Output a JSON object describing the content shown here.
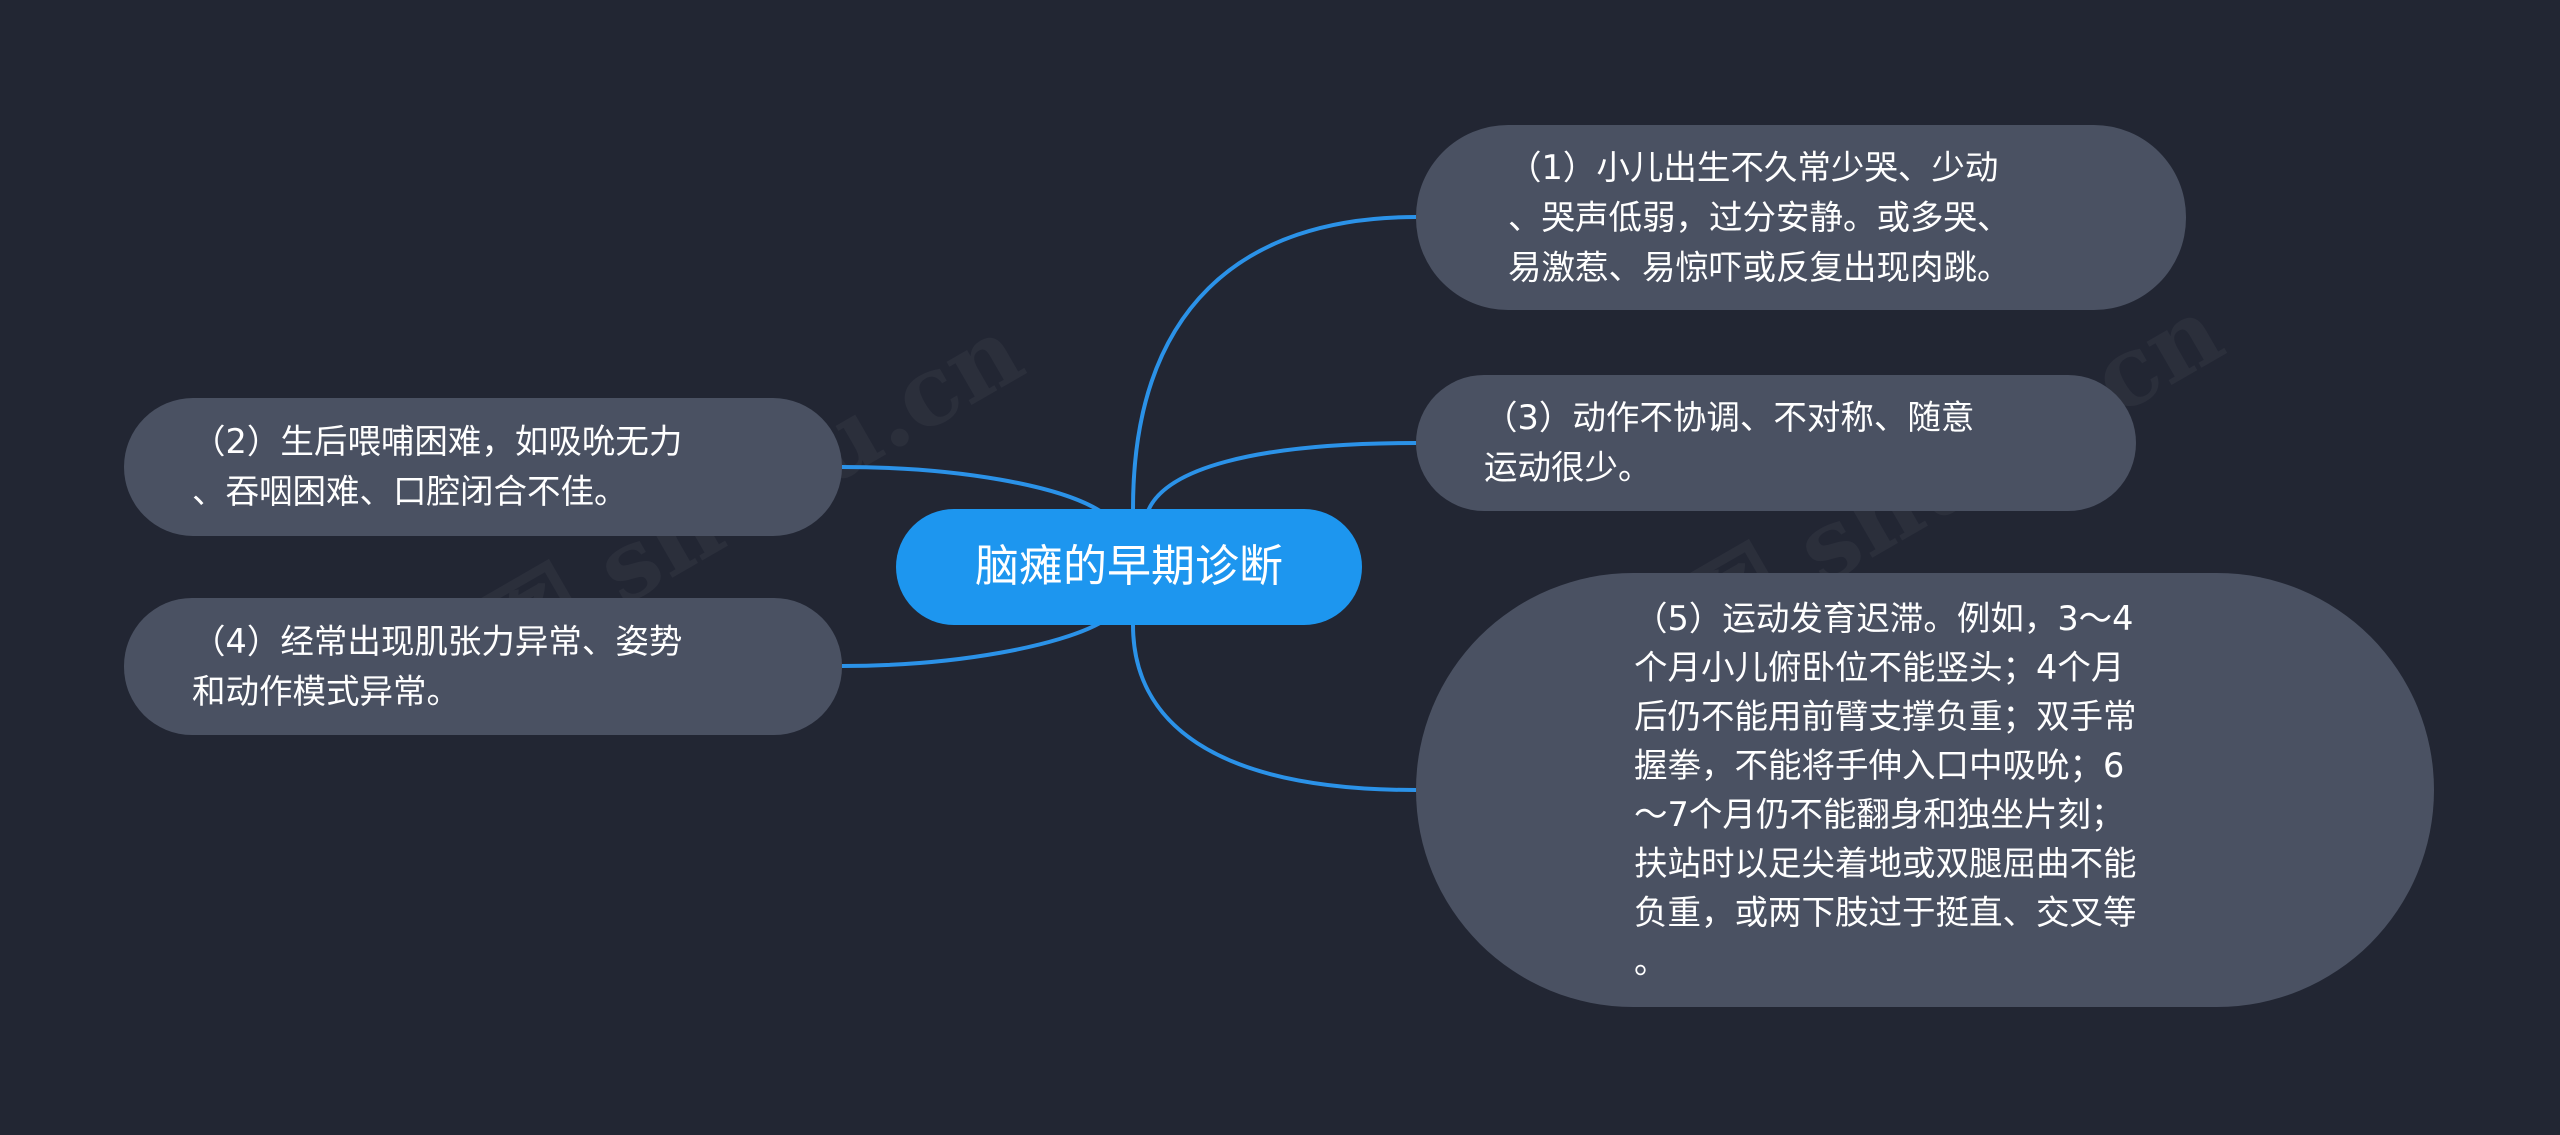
{
  "mindmap": {
    "root": "脑瘫的早期诊断",
    "branches": [
      {
        "id": "n1",
        "text": "（1）小儿出生不久常少哭、少动\n、哭声低弱，过分安静。或多哭、\n易激惹、易惊吓或反复出现肉跳。"
      },
      {
        "id": "n2",
        "text": "（2）生后喂哺困难，如吸吮无力\n、吞咽困难、口腔闭合不佳。"
      },
      {
        "id": "n3",
        "text": "（3）动作不协调、不对称、随意\n运动很少。"
      },
      {
        "id": "n4",
        "text": "（4）经常出现肌张力异常、姿势\n和动作模式异常。"
      },
      {
        "id": "n5",
        "text": "（5）运动发育迟滞。例如，3～4\n个月小儿俯卧位不能竖头；4个月\n后仍不能用前臂支撑负重；双手常\n握拳，不能将手伸入口中吸吮；6\n～7个月仍不能翻身和独坐片刻；\n扶站时以足尖着地或双腿屈曲不能\n负重，或两下肢过于挺直、交叉等\n。"
      }
    ]
  },
  "watermark": {
    "text": "树图 shutu.cn"
  },
  "colors": {
    "background": "#222633",
    "root_fill": "#1d96ef",
    "node_fill": "#4a5162",
    "link": "#2b92e8",
    "text": "#ffffff"
  }
}
